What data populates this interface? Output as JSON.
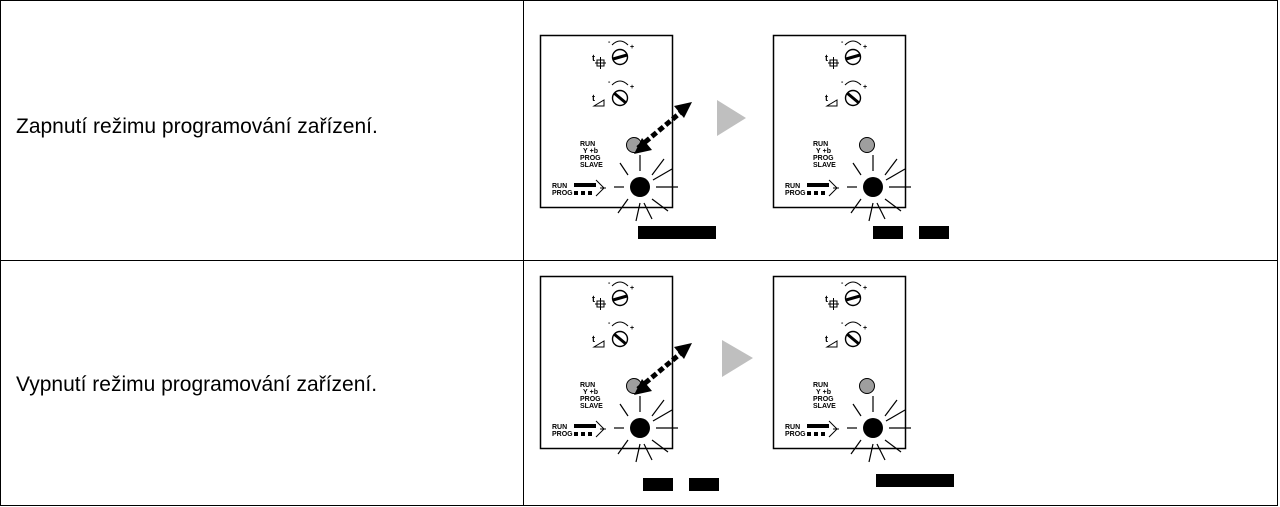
{
  "rows": [
    {
      "text": "Zapnutí režimu programování zařízení.",
      "before": {
        "led": "blinking",
        "indicator": "long"
      },
      "after": {
        "led": "blinking",
        "indicator": "blink"
      }
    },
    {
      "text": "Vypnutí režimu programování zařízení.",
      "before": {
        "led": "blinking",
        "indicator": "blink"
      },
      "after": {
        "led": "blinking",
        "indicator": "long"
      }
    }
  ],
  "device_labels": {
    "t": "t",
    "run": "RUN",
    "ss": "Y +b",
    "prog": "PROG",
    "slave": "SLAVE",
    "led_run": "RUN",
    "led_prog": "PROG"
  },
  "colors": {
    "border": "#000000",
    "arrow": "#bfbfbf",
    "button": "#9e9e9e",
    "led": "#000000"
  }
}
